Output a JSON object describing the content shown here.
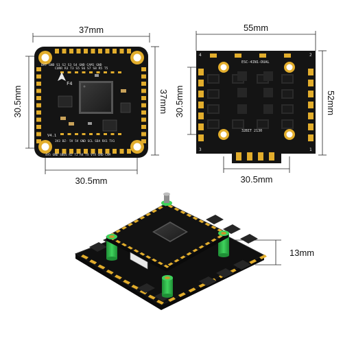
{
  "fc_board": {
    "width_label": "37mm",
    "height_label": "37mm",
    "hole_v_label": "30.5mm",
    "hole_h_label": "30.5mm",
    "model": "F4",
    "version": "V4.1",
    "top_pads": "BAT GND  S1  S2  S3  S4 GND CAM1 GND",
    "top_pads_2": "CURR R3  T3  S5  S6  S7  S8  R5  T5",
    "bottom_pads": "4V5 GND SBUS R2 T2 R4 T4 VTX GND CAM",
    "bottom_pads_2": "3V3 BZ- 5V  5V GND SCL SDA RX1 TX1"
  },
  "esc_board": {
    "width_label": "55mm",
    "height_label": "52mm",
    "hole_v_label": "30.5mm",
    "hole_h_label": "30.5mm",
    "model": "ESC-4IN1-DUAL",
    "fw": "32BIT 2130",
    "corners": [
      "4",
      "2",
      "3",
      "1"
    ]
  },
  "stack": {
    "height_label": "13mm"
  },
  "colors": {
    "pcb": "#141414",
    "pad": "#e2ad2c",
    "standoff": "#2fb34a",
    "silk": "#e8e8e8"
  }
}
